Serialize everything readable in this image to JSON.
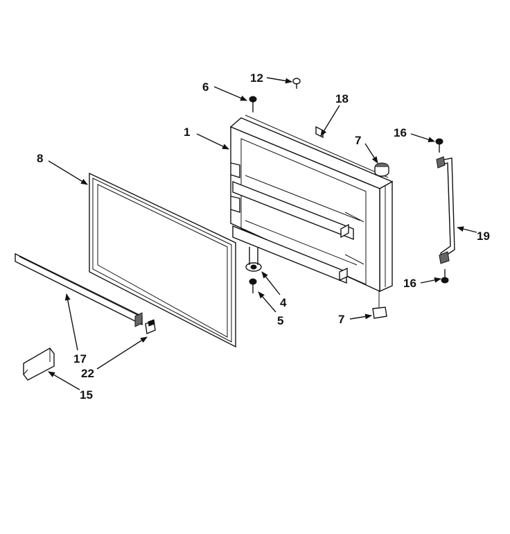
{
  "callouts": {
    "c1": "1",
    "c4": "4",
    "c5": "5",
    "c6": "6",
    "c7a": "7",
    "c7b": "7",
    "c8": "8",
    "c12": "12",
    "c15": "15",
    "c16a": "16",
    "c16b": "16",
    "c17": "17",
    "c18": "18",
    "c19": "19",
    "c22": "22"
  }
}
